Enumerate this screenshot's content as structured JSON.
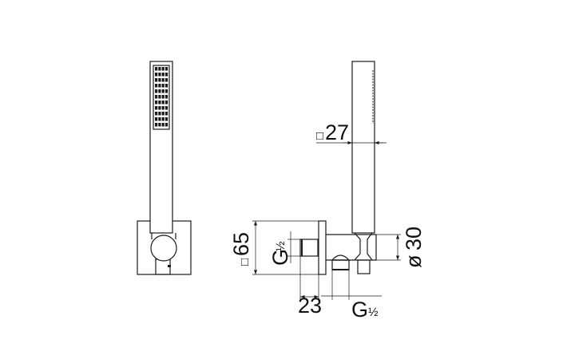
{
  "drawing": {
    "dimensions": {
      "handle_square": {
        "symbol": "□",
        "value": "27"
      },
      "plate_square": {
        "symbol": "□",
        "value": "65"
      },
      "inlet_thread": {
        "value": "G",
        "fraction": "½"
      },
      "outlet_thread": {
        "value": "G",
        "fraction": "½"
      },
      "projection": {
        "value": "23"
      },
      "holder_diameter": {
        "symbol": "ø",
        "value": "30"
      }
    },
    "colors": {
      "line": "#1a1a1a",
      "background": "#ffffff"
    }
  }
}
